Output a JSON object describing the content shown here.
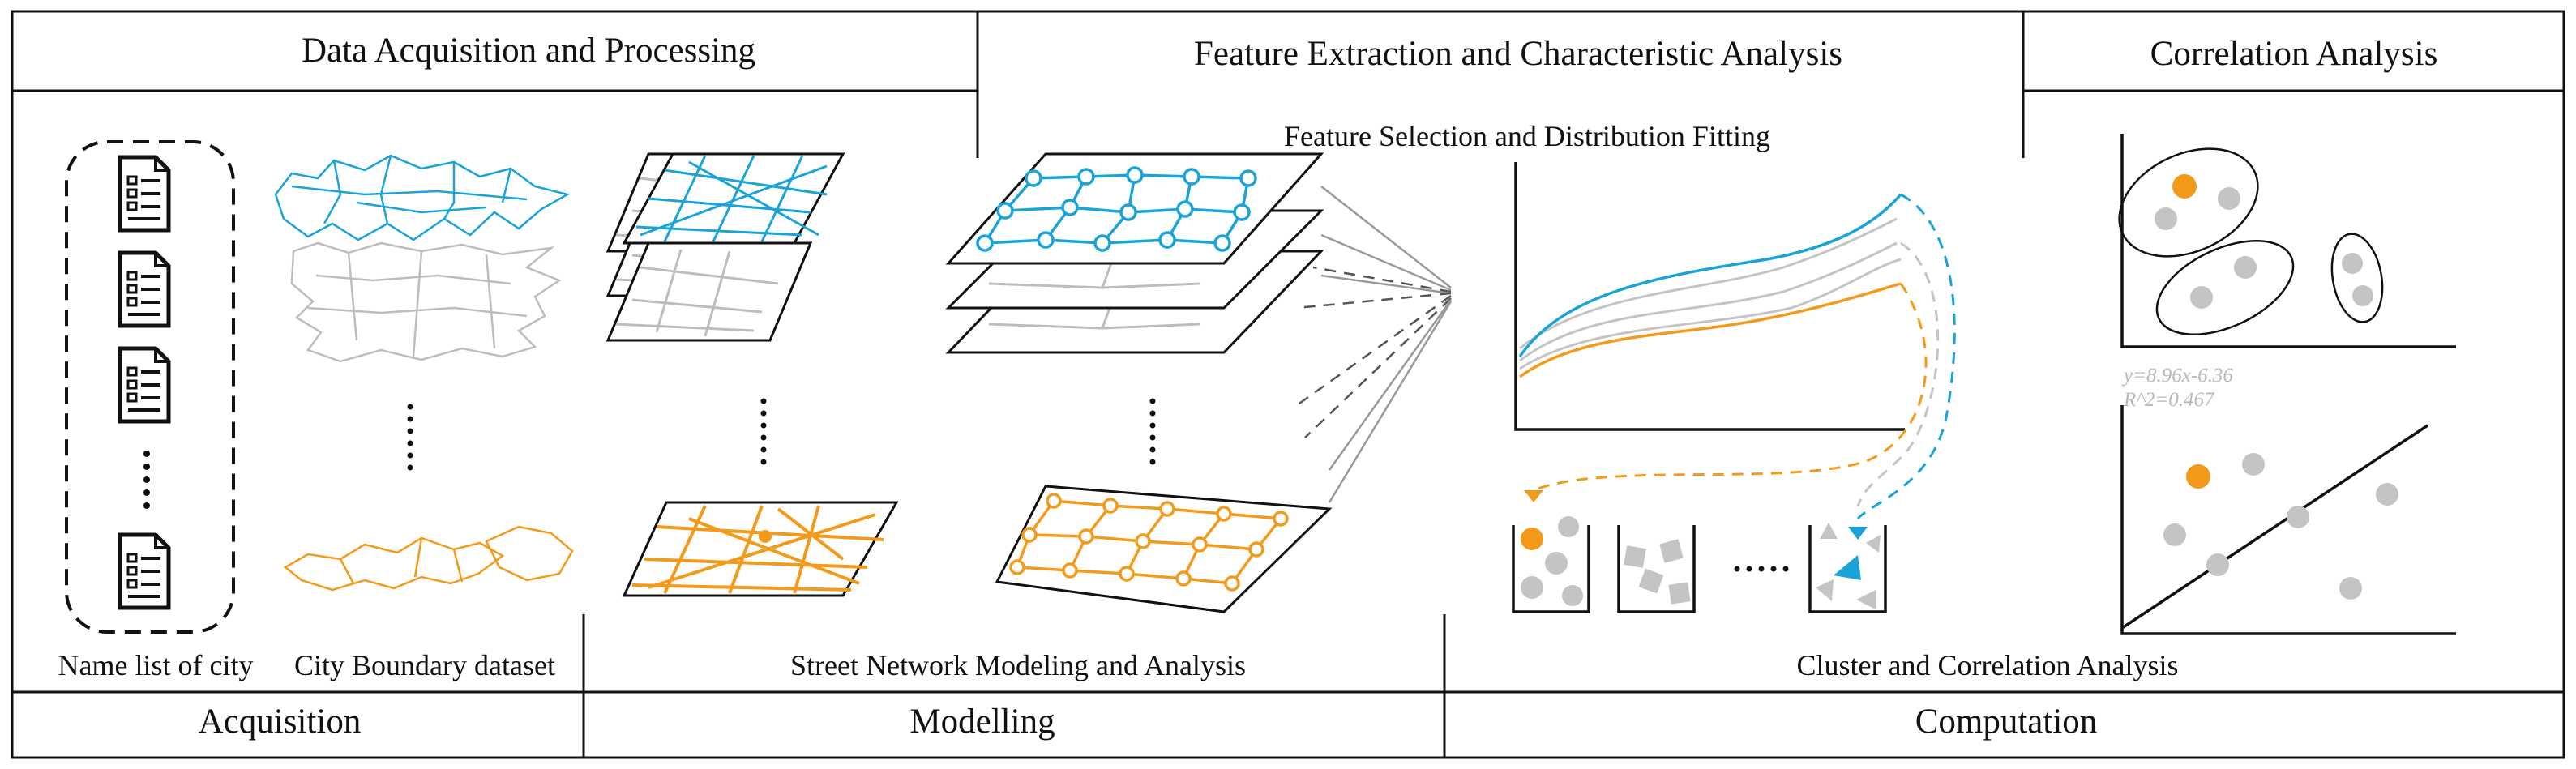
{
  "header": {
    "data": "Data Acquisition and Processing",
    "feature": "Feature Extraction and Characteristic Analysis",
    "correlation": "Correlation Analysis"
  },
  "subheader": {
    "feature_selection": "Feature Selection and Distribution Fitting"
  },
  "captions": {
    "name_list": "Name list of city",
    "boundary": "City Boundary dataset",
    "street": "Street Network Modeling and Analysis",
    "cluster": "Cluster  and Correlation Analysis"
  },
  "footer": {
    "acquisition": "Acquisition",
    "modelling": "Modelling",
    "computation": "Computation"
  },
  "regression": {
    "equation": "y=8.96x-6.36",
    "r2": "R^2=0.467"
  },
  "colors": {
    "blue": "#1aa3d9",
    "orange": "#f39a1b",
    "gray": "#c4c4c4",
    "line": "#111111"
  },
  "icons": [
    "document-icon",
    "city-boundary-map",
    "street-network-layer",
    "graph-network-layer",
    "distribution-curve-plot",
    "cluster-box",
    "scatter-cluster-plot",
    "regression-plot"
  ]
}
